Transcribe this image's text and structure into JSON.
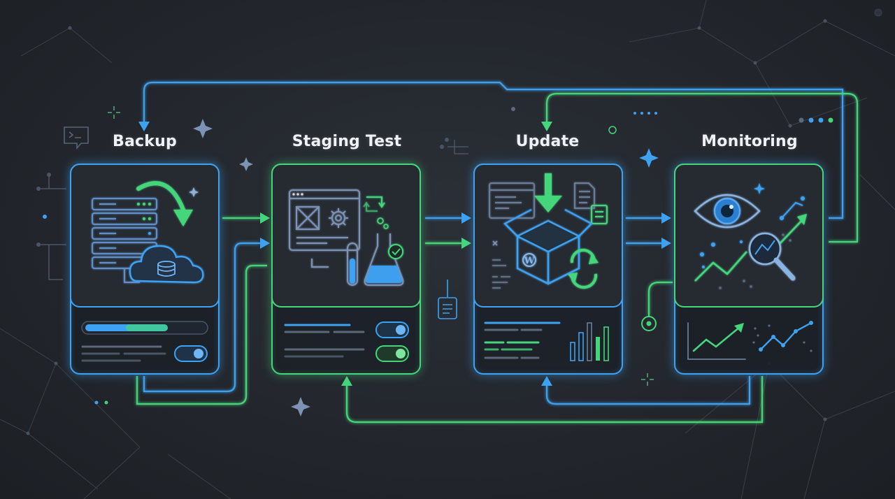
{
  "stages": [
    {
      "title": "Backup",
      "accent": "#3ea2f2",
      "illustration": "server-cloud-database-icon"
    },
    {
      "title": "Staging Test",
      "accent": "#45d67c",
      "illustration": "browser-gear-flask-icon"
    },
    {
      "title": "Update",
      "accent": "#45d67c",
      "illustration": "package-download-refresh-icon"
    },
    {
      "title": "Monitoring",
      "accent": "#45d67c",
      "illustration": "eye-magnifier-chart-icon"
    }
  ],
  "colors": {
    "background": "#23272d",
    "blue": "#3ea2f2",
    "green": "#45d67c",
    "text": "#eef2f6"
  }
}
